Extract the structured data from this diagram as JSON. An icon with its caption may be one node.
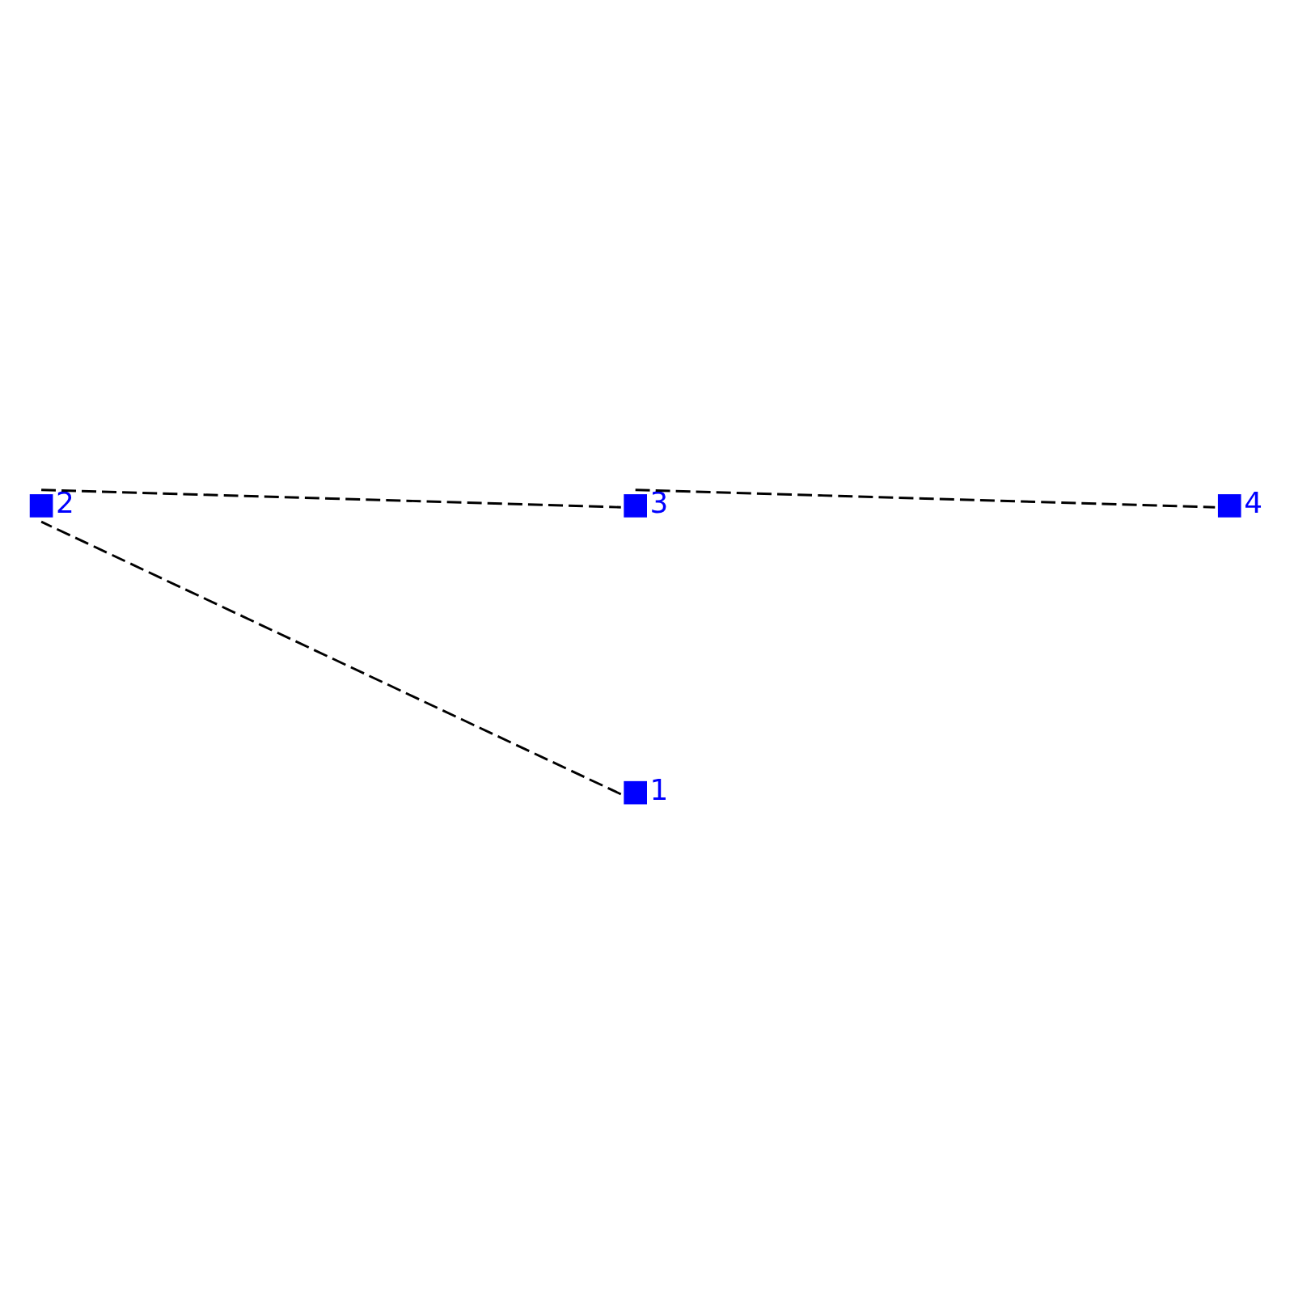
{
  "diagram": {
    "nodes": [
      {
        "text": [],
        "shape": "box",
        "beside": [
          "1"
        ]
      },
      {
        "text": [],
        "shape": "box",
        "beside": [
          "2"
        ]
      },
      {
        "text": [],
        "shape": "box",
        "beside": [
          "3"
        ]
      },
      {
        "text": [],
        "shape": "box",
        "beside": [
          "4"
        ]
      }
    ],
    "edges": [
      {
        "from": 0,
        "to": 1,
        "arrow": "none",
        "style": "dashed"
      },
      {
        "from": 1,
        "to": 2,
        "arrow": "none",
        "style": "dashed"
      },
      {
        "from": 2,
        "to": 3,
        "arrow": "none",
        "style": "dashed"
      }
    ]
  }
}
